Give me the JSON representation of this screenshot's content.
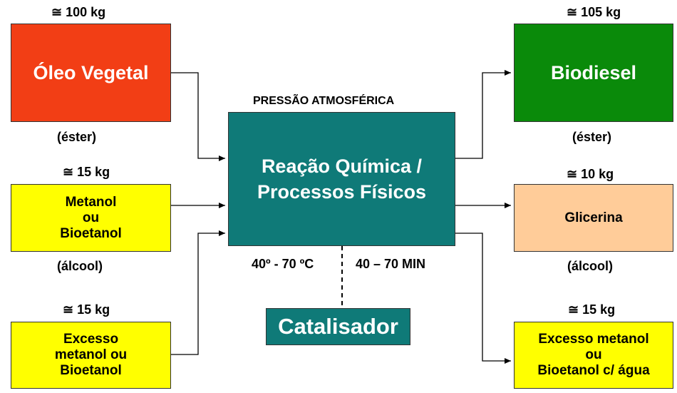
{
  "colors": {
    "oil": "#f23e15",
    "yellow": "#ffff00",
    "reactor": "#0f7a78",
    "biodiesel": "#0a8a0a",
    "glycerin": "#ffcc99"
  },
  "inputs": {
    "oil": {
      "qty": "≅ 100 kg",
      "label": "Óleo Vegetal",
      "note": "(éster)"
    },
    "alcohol": {
      "qty": "≅ 15 kg",
      "lines": [
        "Metanol",
        "ou",
        "Bioetanol"
      ],
      "note": "(álcool)"
    },
    "excess": {
      "qty": "≅ 15 kg",
      "lines": [
        "Excesso",
        "metanol ou",
        "Bioetanol"
      ]
    }
  },
  "reactor": {
    "pressure": "PRESSÃO ATMOSFÉRICA",
    "lines": [
      "Reação Química /",
      "Processos Físicos"
    ],
    "temperature": "40º - 70 ºC",
    "time": "40 – 70 MIN"
  },
  "catalyst": {
    "label": "Catalisador"
  },
  "outputs": {
    "biodiesel": {
      "qty": "≅ 105 kg",
      "label": "Biodiesel",
      "note": "(éster)"
    },
    "glycerin": {
      "qty": "≅ 10 kg",
      "label": "Glicerina",
      "note": "(álcool)"
    },
    "excess": {
      "qty": "≅ 15 kg",
      "lines": [
        "Excesso metanol",
        "ou",
        "Bioetanol c/ água"
      ]
    }
  }
}
